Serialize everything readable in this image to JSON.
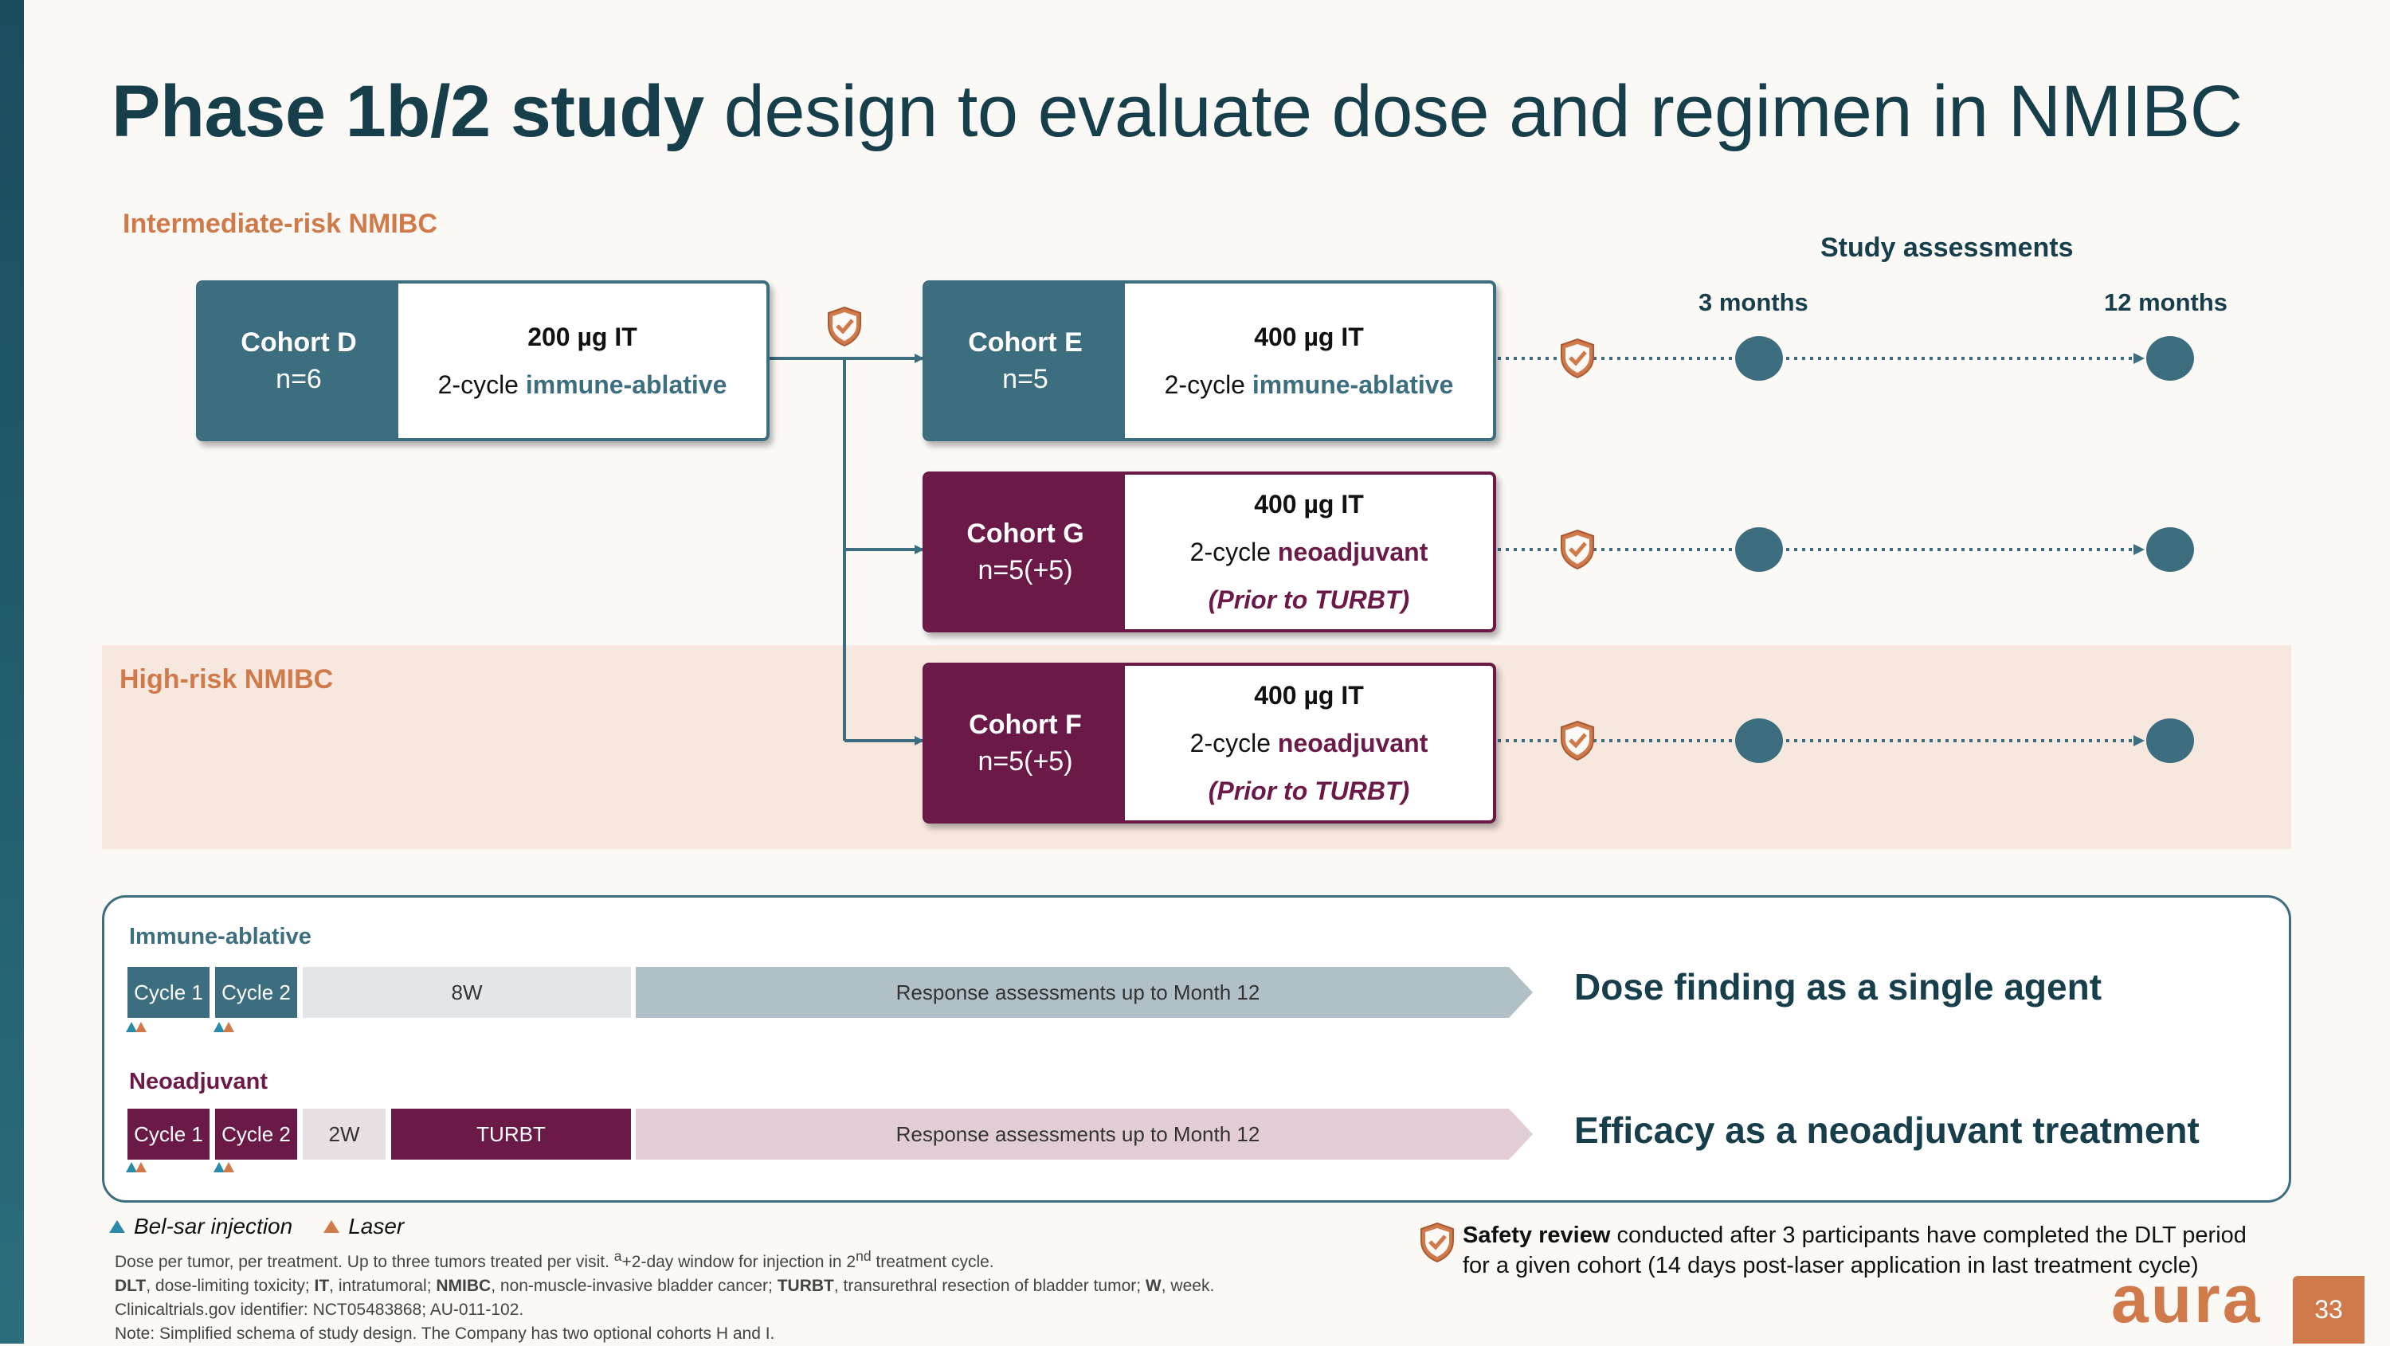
{
  "title": {
    "bold": "Phase 1b/2 study",
    "rest": " design to evaluate dose and regimen in NMIBC"
  },
  "risk": {
    "intermediate": "Intermediate-risk NMIBC",
    "high": "High-risk NMIBC"
  },
  "cohorts": {
    "d": {
      "name": "Cohort D",
      "n": "n=6",
      "dose": "200 µg IT",
      "regimen_prefix": "2-cycle ",
      "regimen_kw": "immune-ablative",
      "note": ""
    },
    "e": {
      "name": "Cohort E",
      "n": "n=5",
      "dose": "400 µg IT",
      "regimen_prefix": "2-cycle ",
      "regimen_kw": "immune-ablative",
      "note": ""
    },
    "g": {
      "name": "Cohort G",
      "n": "n=5(+5)",
      "dose": "400 µg IT",
      "regimen_prefix": "2-cycle ",
      "regimen_kw": "neoadjuvant",
      "note": "(Prior to TURBT)"
    },
    "f": {
      "name": "Cohort F",
      "n": "n=5(+5)",
      "dose": "400 µg IT",
      "regimen_prefix": "2-cycle ",
      "regimen_kw": "neoadjuvant",
      "note": "(Prior to TURBT)"
    }
  },
  "assessments": {
    "title": "Study assessments",
    "t1": "3 months",
    "t2": "12 months"
  },
  "regimens": {
    "immune": {
      "label": "Immune-ablative",
      "cycle1": "Cycle 1",
      "cycle2": "Cycle 2",
      "gap": "8W",
      "response": "Response assessments up to Month 12",
      "purpose": "Dose finding as a single agent"
    },
    "neo": {
      "label": "Neoadjuvant",
      "cycle1": "Cycle 1",
      "cycle2": "Cycle 2",
      "gap": "2W",
      "turbt": "TURBT",
      "response": "Response assessments up to Month 12",
      "purpose": "Efficacy as a neoadjuvant treatment"
    }
  },
  "legend": {
    "injection": "Bel-sar injection",
    "laser": "Laser"
  },
  "footnotes": {
    "line1a": "Dose per tumor, per treatment. Up to three tumors treated per visit. ",
    "line1sup": "a",
    "line1b": "+2-day window for injection in 2",
    "line1sup2": "nd",
    "line1c": " treatment cycle.",
    "abbr": [
      {
        "k": "DLT",
        "v": ", dose-limiting toxicity; "
      },
      {
        "k": "IT",
        "v": ", intratumoral; "
      },
      {
        "k": "NMIBC",
        "v": ", non-muscle-invasive bladder cancer; "
      },
      {
        "k": "TURBT",
        "v": ", transurethral resection of bladder tumor; "
      },
      {
        "k": "W",
        "v": ", week."
      }
    ],
    "line3": "Clinicaltrials.gov identifier: NCT05483868; AU-011-102.",
    "line4": "Note: Simplified schema of study design. The Company has two optional cohorts H and I."
  },
  "safety": {
    "bold": "Safety review",
    "rest1": " conducted after 3 participants have completed the DLT period",
    "rest2": "for a given cohort (14 days post-laser application in last treatment cycle)"
  },
  "brand": {
    "logo": "aura",
    "page": "33"
  },
  "colors": {
    "teal": "#3d6e80",
    "plum": "#6b1a47",
    "orange": "#d07a4b",
    "navy": "#173e4b"
  }
}
